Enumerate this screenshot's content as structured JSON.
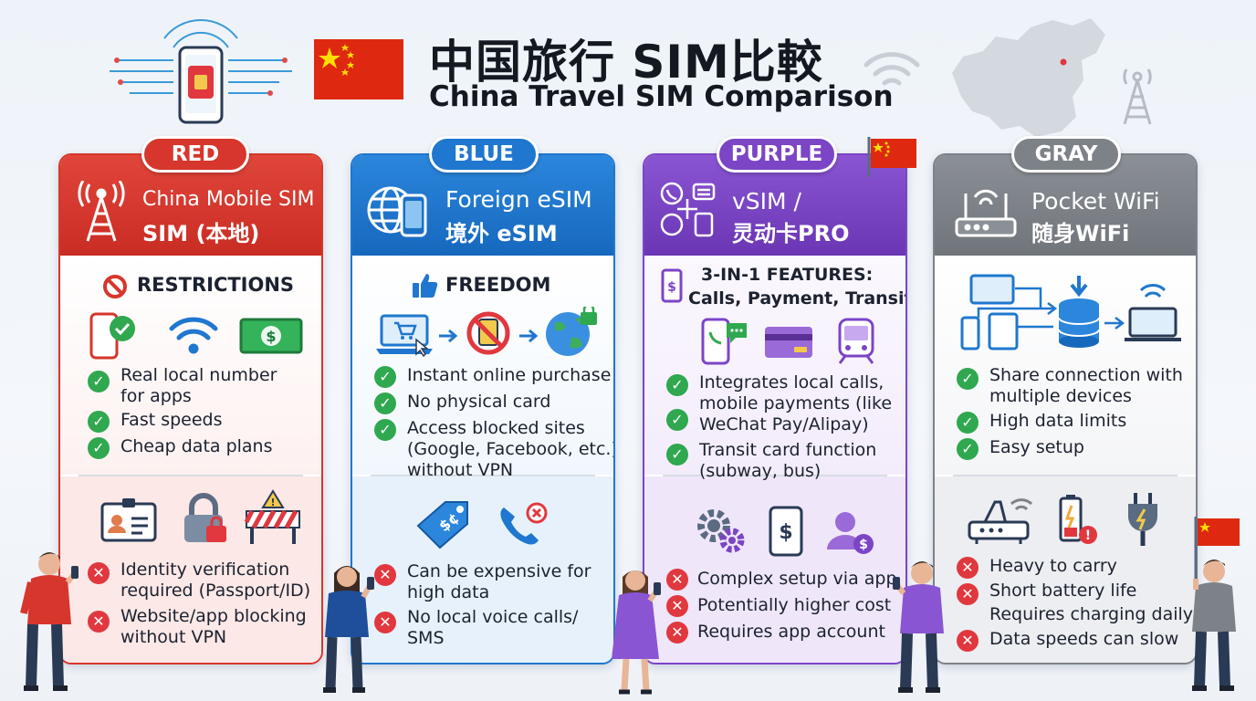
{
  "header": {
    "title_cn": "中国旅行 SIM比較",
    "title_en": "China Travel SIM Comparison"
  },
  "colors": {
    "red": "#d7362c",
    "blue": "#1f77cf",
    "purple": "#7b45c6",
    "gray": "#7d8288",
    "check": "#2fa84f",
    "cross": "#e0383e"
  },
  "cards": {
    "red": {
      "pill": "RED",
      "title_line1": "China Mobile SIM",
      "title_line2": "SIM (本地)",
      "section_heading": "RESTRICTIONS",
      "pros": [
        "Real local number",
        "for apps",
        "Fast speeds",
        "Cheap data plans"
      ],
      "cons": [
        "Identity verification",
        "required (Passport/ID)",
        "Website/app blocking",
        "without VPN"
      ]
    },
    "blue": {
      "pill": "BLUE",
      "title_line1": "Foreign eSIM",
      "title_line2": "境外 eSIM",
      "section_heading": "FREEDOM",
      "pros": [
        "Instant online purchase",
        "No physical card",
        "Access blocked sites",
        "(Google, Facebook, etc.)",
        "without VPN"
      ],
      "cons": [
        "Can be expensive for",
        "high data",
        "No local voice calls/",
        "SMS"
      ]
    },
    "purple": {
      "pill": "PURPLE",
      "title_line1": "vSIM /",
      "title_line2": "灵动卡PRO",
      "section_heading_line1": "3-IN-1 FEATURES:",
      "section_heading_line2": "Calls, Payment, Transit",
      "pros": [
        "Integrates local calls,",
        "mobile payments (like",
        "WeChat Pay/Alipay)",
        "Transit card function",
        "(subway, bus)"
      ],
      "cons": [
        "Complex setup via app",
        "Potentially higher cost",
        "Requires app account"
      ]
    },
    "gray": {
      "pill": "GRAY",
      "title_line1": "Pocket WiFi",
      "title_line2": "随身WiFi",
      "pros": [
        "Share connection with",
        "multiple devices",
        "High data limits",
        "Easy setup"
      ],
      "cons": [
        "Heavy to carry",
        "Short battery life",
        "Requires charging daily",
        "Data speeds can slow"
      ]
    }
  }
}
